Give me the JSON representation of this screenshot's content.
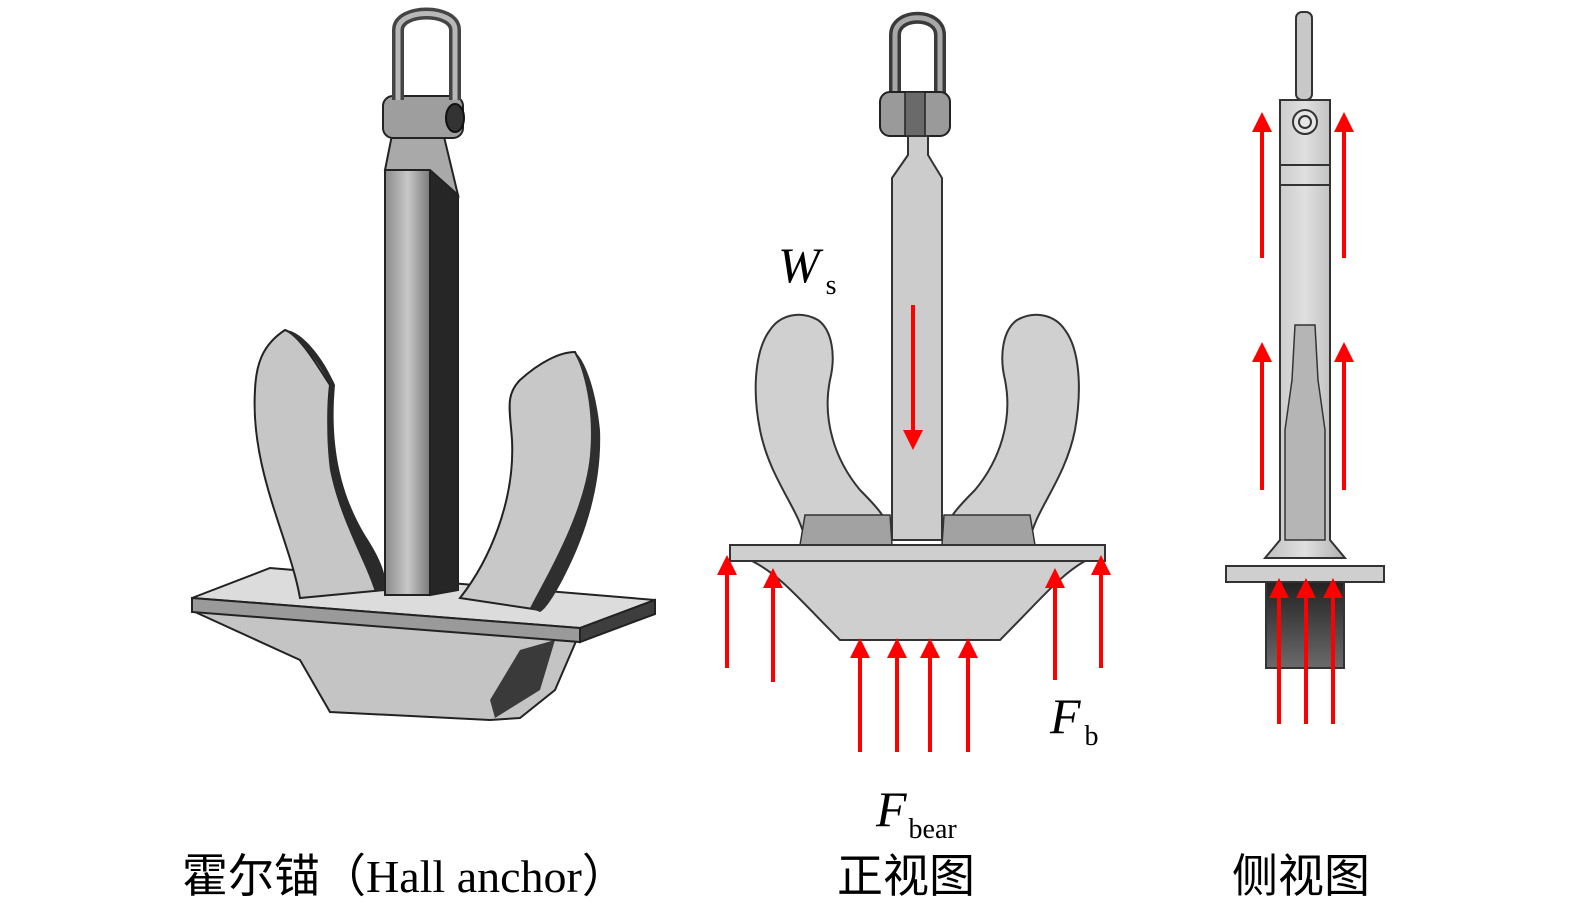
{
  "captions": {
    "iso_view": "霍尔锚（Hall anchor）",
    "front_view": "正视图",
    "side_view": "侧视图"
  },
  "labels": {
    "ws_main": "W",
    "ws_sub": "s",
    "fb_main": "F",
    "fb_sub": "b",
    "fbear_main": "F",
    "fbear_sub": "bear"
  },
  "colors": {
    "force_arrow": "#ff0000",
    "steel_light": "#d4d4d4",
    "steel_mid": "#bdbdbd",
    "steel_dark": "#4a4a4a",
    "outline": "#1a1a1a"
  }
}
